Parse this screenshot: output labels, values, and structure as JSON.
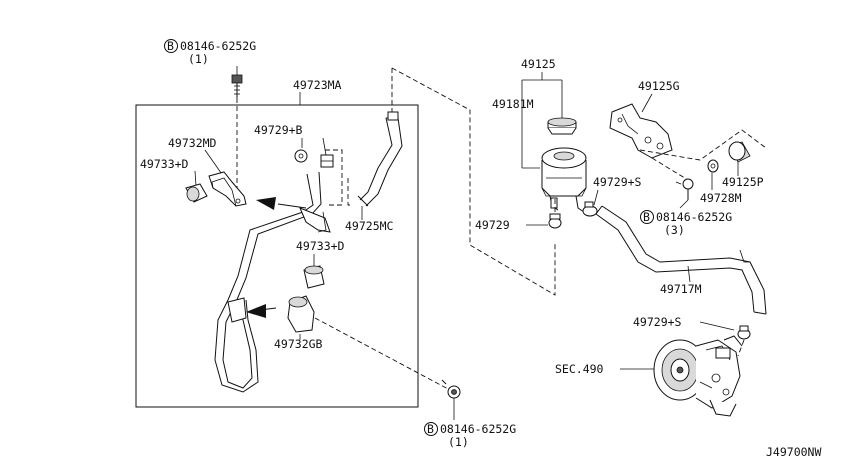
{
  "diagram_code": "J49700NW",
  "callouts": {
    "bolt_top": "08146-6252G",
    "bolt_top_qty": "(1)",
    "bolt_bottom": "08146-6252G",
    "bolt_bottom_qty": "(1)",
    "bolt_right": "08146-6252G",
    "bolt_right_qty": "(3)",
    "bolt_symbol": "B",
    "tube_assy": "49723MA",
    "clamp_md": "49732MD",
    "grommet_d_upper": "49733+D",
    "clip_b": "49729+B",
    "hose_mc": "49725MC",
    "grommet_d_lower": "49733+D",
    "clamp_gb": "49732GB",
    "reservoir": "49125",
    "reservoir_tank": "49181M",
    "bracket": "49125G",
    "clamp_s_upper": "49729+S",
    "clamp": "49729",
    "bolt_m": "49728M",
    "insulator": "49125P",
    "hose_suction": "49717M",
    "clamp_s_lower": "49729+S",
    "pump_section": "SEC.490"
  }
}
